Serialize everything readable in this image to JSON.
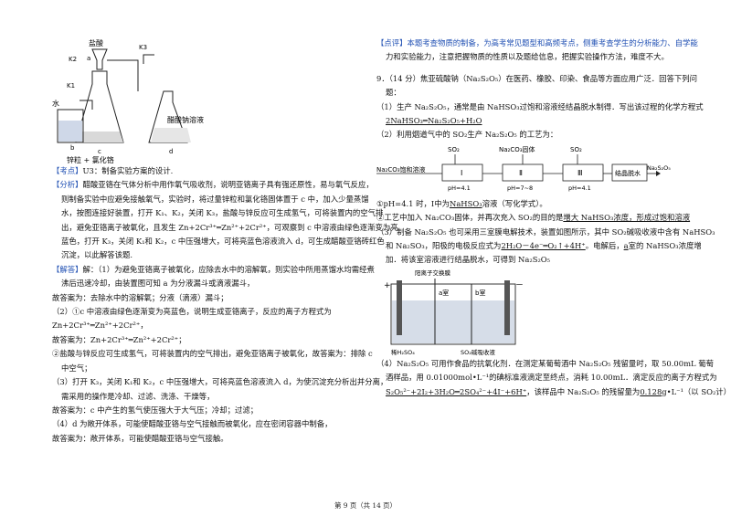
{
  "left": {
    "apparatus_labels": {
      "hcl": "盐酸",
      "k1": "K1",
      "k2": "K2",
      "k3": "K3",
      "water": "水",
      "a": "a",
      "b": "b",
      "c": "c",
      "d": "d",
      "zinc": "锌粒 + 氯化铬",
      "acetate": "醋酸钠溶液"
    },
    "lines": [
      "【考点】U3：制备实验方案的设计.",
      "【分析】醋酸亚铬在气体分析中用作氧气吸收剂，说明亚铬离子具有强还原性，易与氧气反应，",
      "则制备实验中应避免接触氧气，实验时，将过量锌粒和氯化铬固体置于 c 中，加入少量蒸馏",
      "水，按图连接好装置，打开 K₁、K₂，关闭 K₃，盐酸与锌反应可生成氢气，可将装置内的空气排",
      "出，避免亚铬离子被氧化，且发生 Zn+2Cr³⁺═Zn²⁺+2Cr²⁺，可观察到 c 中溶液由绿色逐渐变为亮",
      "蓝色，打开 K₃，关闭 K₁和 K₂，c 中压强增大，可将亮蓝色溶液流入 d，可生成醋酸亚铬砖红色",
      "沉淀，以此解答该题.",
      "【解答】解：（1）为避免亚铬离子被氧化，应除去水中的溶解氧，则实验中所用蒸馏水均需经煮",
      "沸后迅速冷却，由装置图可知 a 为分液漏斗或滴液漏斗，",
      "故答案为：去除水中的溶解氧；分液（滴液）漏斗；",
      "（2）①c 中溶液由绿色逐渐变为亮蓝色，说明生成亚铬离子，反应的离子方程式为",
      "Zn+2Cr³⁺═Zn²⁺+2Cr²⁺，",
      "故答案为：Zn+2Cr³⁺═Zn²⁺+2Cr²⁺；",
      "②盐酸与锌反应可生成氢气，可将装置内的空气排出，避免亚铬离子被氧化，故答案为：排除 c",
      "中空气；",
      "（3）打开 K₃，关闭 K₁和 K₂，c 中压强增大，可将亮蓝色溶液流入 d，为使沉淀充分析出并分离，",
      "需采用的操作是冷却、过滤、洗涤、干燥等，",
      "故答案为：c 中产生的氢气使压强大于大气压；冷却；过滤；",
      "（4）d 为敞开体系，可能使醋酸亚铬与空气接触而被氧化，应在密闭容器中制备，",
      "故答案为：敞开体系，可能使醋酸亚铬与空气接触。"
    ]
  },
  "right": {
    "comment": "【点评】本题考查物质的制备，为高考常见题型和高频考点，侧重考查学生的分析能力、自学能",
    "comment2": "力和实验能力，注意把握物质的性质以及题给信息，把握实验操作方法，难度不大。",
    "q_header": "9．（14 分）焦亚硫酸钠（Na₂S₂O₅）在医药、橡胶、印染、食品等方面应用广泛．回答下列问",
    "q_header2": "题：",
    "q1": "（1）生产 Na₂S₂O₅，通常是由 NaHSO₃过饱和溶液经结晶脱水制得．写出该过程的化学方程式",
    "q1_answer": "2NaHSO₃═Na₂S₂O₅+H₂O",
    "q2": "（2）利用烟道气中的 SO₂生产 Na₂S₂O₅ 的工艺为：",
    "flow": {
      "input": "Na₂CO₃饱和溶液",
      "so2_1": "SO₂",
      "na2co3_solid": "Na₂CO₃固体",
      "so2_2": "SO₂",
      "box1": "Ⅰ",
      "box2": "Ⅱ",
      "box3": "Ⅲ",
      "box4": "结晶脱水",
      "product": "Na₂S₂O₅",
      "ph1": "pH=4.1",
      "ph2": "pH=7~8",
      "ph3": "pH=4.1"
    },
    "q2a_pre": "①pH=4.1 时，Ⅰ中为",
    "q2a_ans": "NaHSO₃",
    "q2a_post": "溶液（写化学式）。",
    "q2b_pre": "②工艺中加入 Na₂CO₃固体，并再次充入 SO₂的目的是",
    "q2b_ans": "增大 NaHSO₃浓度，形成过饱和溶液",
    "q3_l1": "（3）制备 Na₂S₂O₅ 也可采用三室膜电解技术，装置如图所示，其中 SO₂碱吸收液中含有 NaHSO₃",
    "q3_l2_pre": "和 Na₂SO₃，阳极的电极反应式为",
    "q3_l2_ans": "2H₂O－4e⁻═O₂↑+4H⁺",
    "q3_l2_mid": "。电解后，",
    "q3_l2_ans2": "a",
    "q3_l2_post": "室的 NaHSO₃浓度增",
    "q3_l3": "加．将该室溶液进行结晶脱水，可得到 Na₂S₂O₅",
    "cell": {
      "membrane": "阳离子交换膜",
      "plus": "+",
      "minus": "－",
      "room_a": "a室",
      "room_b": "b室",
      "dilute": "稀H₂SO₄",
      "absorb": "SO₂碱吸收液"
    },
    "q4_l1": "（4）Na₂S₂O₅ 可用作食品的抗氧化剂．在测定某葡萄酒中 Na₂S₂O₅ 残留量时，取 50.00mL 葡萄",
    "q4_l2": "酒样品，用 0.01000mol•L⁻¹的碘标准液滴定至终点，消耗 10.00mL．滴定反应的离子方程式为",
    "q4_l3_eq": "S₂O₅²⁻+2I₂+3H₂O═2SO₄²⁻+4I⁻+6H⁺",
    "q4_l3_mid": "，该样品中 Na₂S₂O₅ 的残留量为",
    "q4_l3_ans": "0.128",
    "q4_l3_post": "g•L⁻¹（以 SO₂计）"
  },
  "footer": "第 9 页（共 14 页）"
}
